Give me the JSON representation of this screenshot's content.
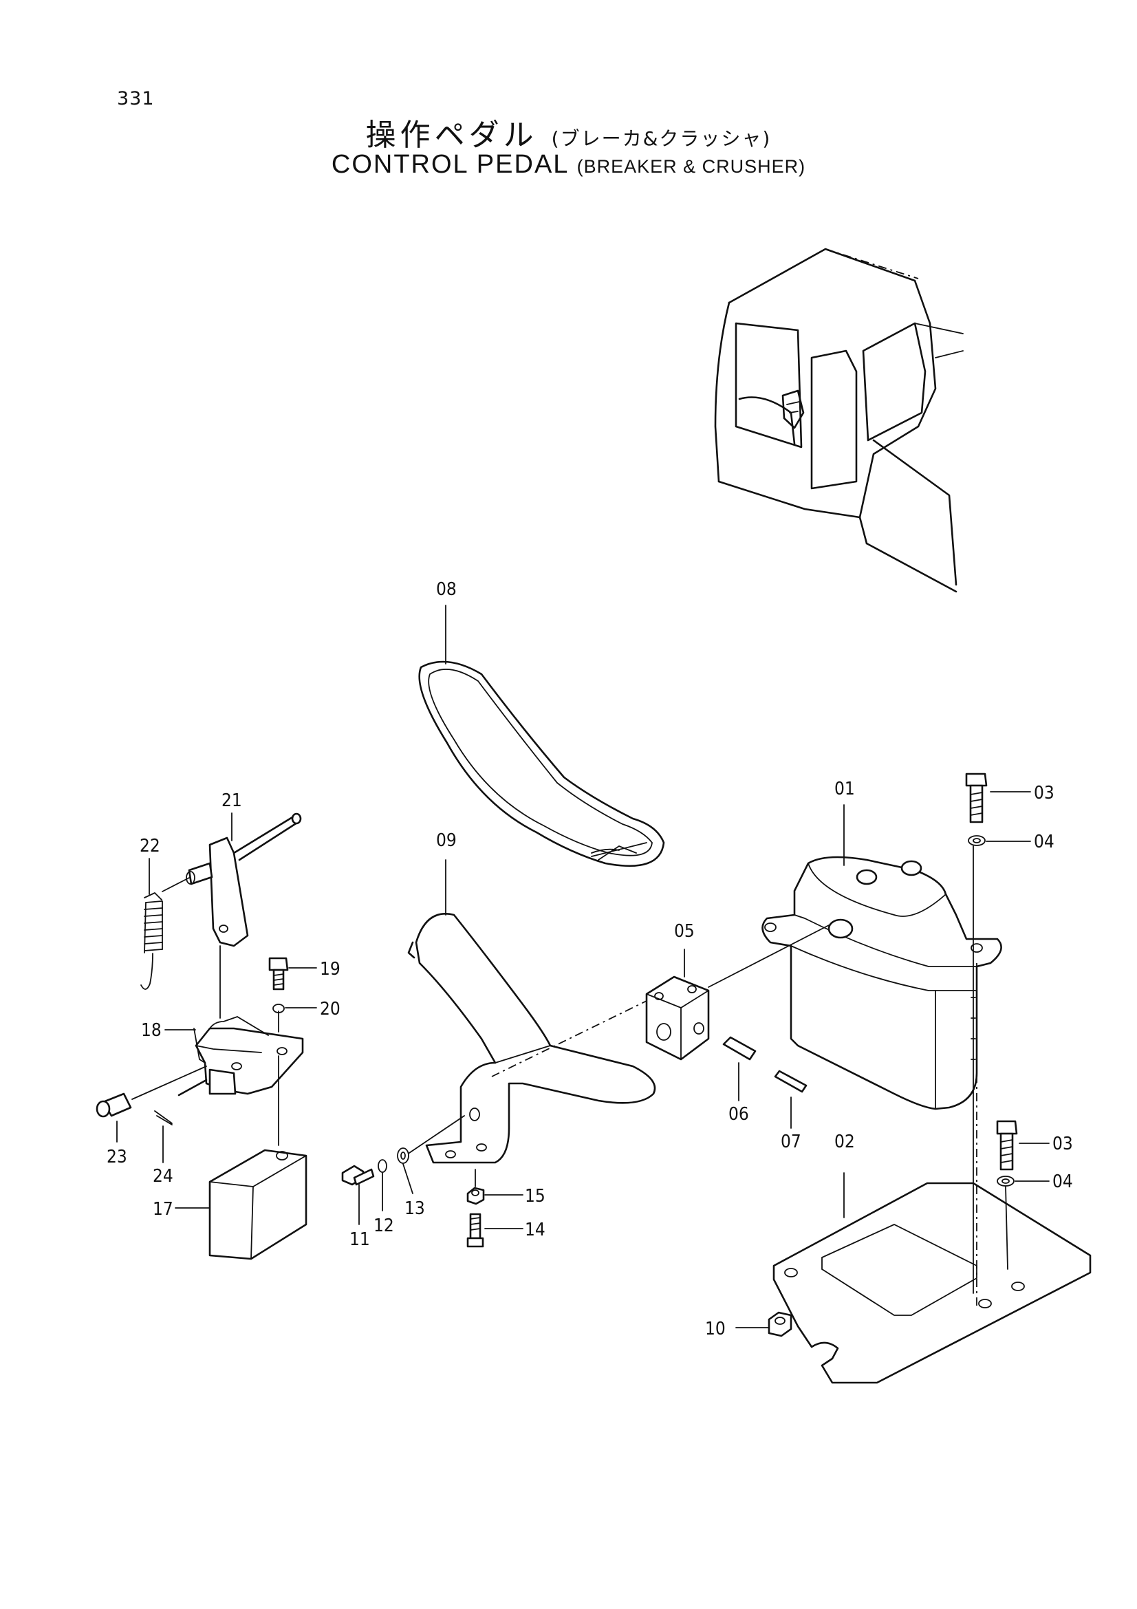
{
  "page_number": "331",
  "title": {
    "japanese": "操作ペダル",
    "japanese_sub": "(ブレーカ&クラッシャ)",
    "english": "CONTROL PEDAL",
    "english_sub": "(BREAKER & CRUSHER)"
  },
  "part_labels": {
    "p01": "01",
    "p02": "02",
    "p03a": "03",
    "p03b": "03",
    "p04a": "04",
    "p04b": "04",
    "p05": "05",
    "p06": "06",
    "p07": "07",
    "p08": "08",
    "p09": "09",
    "p10": "10",
    "p11": "11",
    "p12": "12",
    "p13": "13",
    "p14": "14",
    "p15": "15",
    "p17": "17",
    "p18": "18",
    "p19": "19",
    "p20": "20",
    "p21": "21",
    "p22": "22",
    "p23": "23",
    "p24": "24"
  }
}
